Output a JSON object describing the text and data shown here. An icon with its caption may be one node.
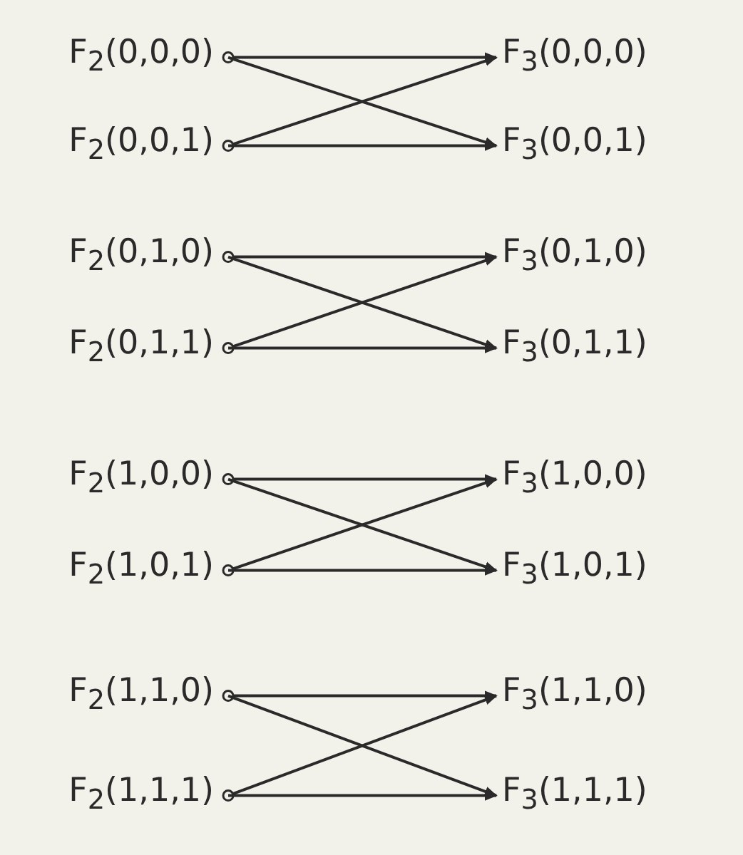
{
  "diagram": {
    "nodes": [
      {
        "text": [
          "F$_{2}$(0,0,0)"
        ]
      },
      {
        "text": [
          "F$_{3}$(0,0,0)"
        ]
      },
      {
        "text": [
          "F$_{2}$(0,0,1)"
        ]
      },
      {
        "text": [
          "F$_{3}$(0,0,1)"
        ]
      },
      {
        "text": [
          "F$_{2}$(0,1,0)"
        ]
      },
      {
        "text": [
          "F$_{3}$(0,1,0)"
        ]
      },
      {
        "text": [
          "F$_{2}$(0,1,1)"
        ]
      },
      {
        "text": [
          "F$_{3}$(0,1,1)"
        ]
      },
      {
        "text": [
          "F$_{2}$(1,0,0)"
        ]
      },
      {
        "text": [
          "F$_{3}$(1,0,0)"
        ]
      },
      {
        "text": [
          "F$_{2}$(1,0,1)"
        ]
      },
      {
        "text": [
          "F$_{3}$(1,0,1)"
        ]
      },
      {
        "text": [
          "F$_{2}$(1,1,0)"
        ]
      },
      {
        "text": [
          "F$_{3}$(1,1,0)"
        ]
      },
      {
        "text": [
          "F$_{2}$(1,1,1)"
        ]
      },
      {
        "text": [
          "F$_{3}$(1,1,1)"
        ]
      }
    ],
    "edges": [
      {
        "from": 0,
        "to": 1,
        "arrow": "to"
      },
      {
        "from": 0,
        "to": 3,
        "arrow": "to"
      },
      {
        "from": 2,
        "to": 1,
        "arrow": "to"
      },
      {
        "from": 2,
        "to": 3,
        "arrow": "to"
      },
      {
        "from": 4,
        "to": 5,
        "arrow": "to"
      },
      {
        "from": 4,
        "to": 7,
        "arrow": "to"
      },
      {
        "from": 6,
        "to": 5,
        "arrow": "to"
      },
      {
        "from": 6,
        "to": 7,
        "arrow": "to"
      },
      {
        "from": 8,
        "to": 9,
        "arrow": "to"
      },
      {
        "from": 8,
        "to": 11,
        "arrow": "to"
      },
      {
        "from": 10,
        "to": 9,
        "arrow": "to"
      },
      {
        "from": 10,
        "to": 11,
        "arrow": "to"
      },
      {
        "from": 12,
        "to": 13,
        "arrow": "to"
      },
      {
        "from": 12,
        "to": 15,
        "arrow": "to"
      },
      {
        "from": 14,
        "to": 13,
        "arrow": "to"
      },
      {
        "from": 14,
        "to": 15,
        "arrow": "to"
      }
    ]
  }
}
